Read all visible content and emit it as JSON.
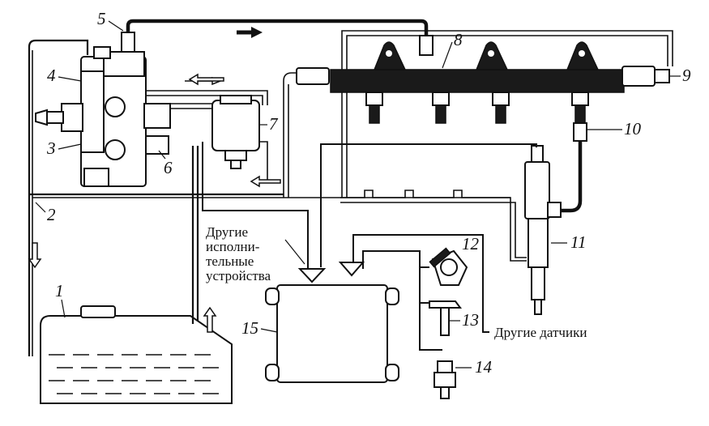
{
  "labels": {
    "n1": "1",
    "n2": "2",
    "n3": "3",
    "n4": "4",
    "n5": "5",
    "n6": "6",
    "n7": "7",
    "n8": "8",
    "n9": "9",
    "n10": "10",
    "n11": "11",
    "n12": "12",
    "n13": "13",
    "n14": "14",
    "n15": "15"
  },
  "text": {
    "other_actuators": [
      "Другие",
      "исполни-",
      "тельные",
      "устройства"
    ],
    "other_sensors": "Другие датчики"
  }
}
